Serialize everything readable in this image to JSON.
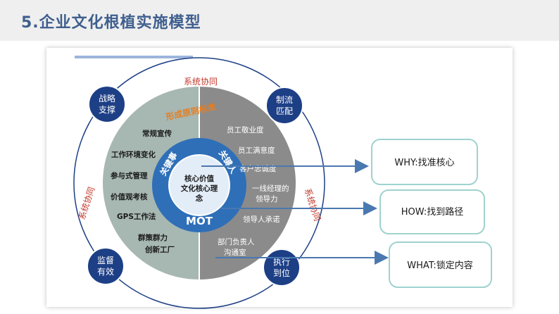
{
  "slide": {
    "title": "5.企业文化根植实施模型"
  },
  "diagram": {
    "outer_ring": {
      "top_label": "系统协同",
      "left_label": "系统协同",
      "right_label": "系统协同"
    },
    "arc_label": "形成原则标准",
    "corners": {
      "top_left": [
        "战略",
        "支撑"
      ],
      "top_right": [
        "制流",
        "匹配"
      ],
      "bottom_left": [
        "监督",
        "有效"
      ],
      "bottom_right": [
        "执行",
        "到位"
      ]
    },
    "left_items": [
      "常规宣传",
      "工作环境变化",
      "参与式管理",
      "价值观考核",
      "GPS工作法",
      "群策群力",
      "创新工厂"
    ],
    "right_items": [
      "员工敬业度",
      "员工满意度",
      "客户忠诚度",
      "一线经理的",
      "领导力",
      "领导人承诺",
      "部门负责人",
      "沟通室"
    ],
    "ring_labels": {
      "left": "关键事",
      "right": "关键人",
      "bottom": "MOT"
    },
    "center_lines": [
      "核心价值",
      "文化核心理",
      "念"
    ],
    "boxes": [
      {
        "text": "WHY:找准核心"
      },
      {
        "text": "HOW:找到路径"
      },
      {
        "text": "WHAT:锁定内容"
      }
    ],
    "colors": {
      "left_half": "#a7b7b2",
      "right_half": "#8b8b8b",
      "ring": "#2e6fb8",
      "corner": "#1d3f86",
      "box_border": "#9fd2cf",
      "title": "#3f5f8e"
    }
  }
}
